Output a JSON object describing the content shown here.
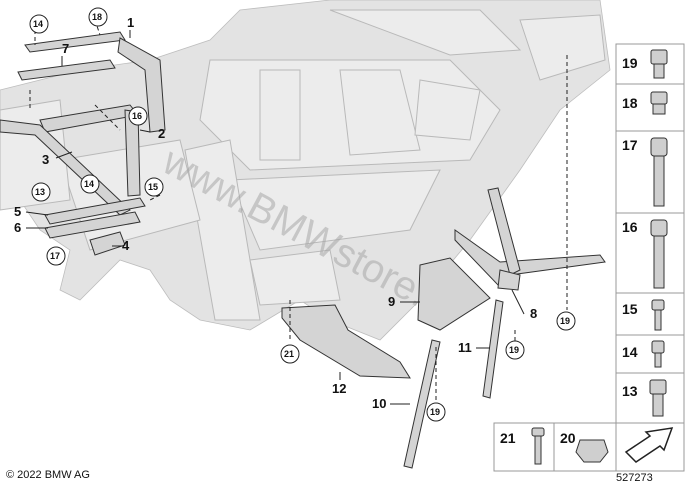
{
  "diagram": {
    "watermark": "www.BMWstore.pl",
    "copyright": "© 2022 BMW AG",
    "diagram_number": "527273",
    "callouts": {
      "c1": "1",
      "c2": "2",
      "c3": "3",
      "c4": "4",
      "c5": "5",
      "c6": "6",
      "c7": "7",
      "c8": "8",
      "c9": "9",
      "c10": "10",
      "c11": "11",
      "c12": "12",
      "c13": "13",
      "c14a": "14",
      "c14b": "14",
      "c15": "15",
      "c16": "16",
      "c17": "17",
      "c18": "18",
      "c19a": "19",
      "c19b": "19",
      "c19c": "19",
      "c21": "21"
    },
    "legend": {
      "n19": "19",
      "n18": "18",
      "n17": "17",
      "n16": "16",
      "n15": "15",
      "n14": "14",
      "n13": "13",
      "n21": "21",
      "n20": "20"
    }
  }
}
